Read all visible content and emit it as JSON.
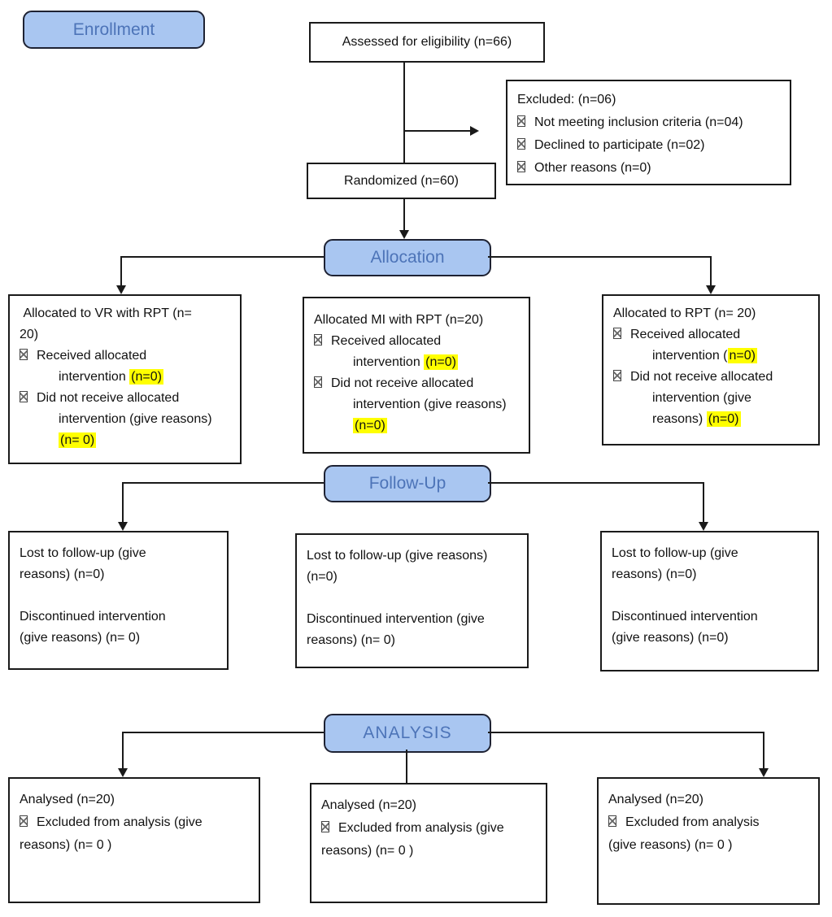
{
  "colors": {
    "badge_fill": "#a9c6f1",
    "badge_text": "#4d74b8",
    "badge_border": "#1e2233",
    "box_border": "#1a1a1a",
    "highlight": "#ffff00",
    "line": "#1a1a1a"
  },
  "stage_labels": {
    "enrollment": "Enrollment",
    "allocation": "Allocation",
    "followup": "Follow-Up",
    "analysis": "ANALYSIS"
  },
  "boxes": {
    "assessed": {
      "label": "Assessed for eligibility (n=66)"
    },
    "randomized": {
      "label": "Randomized (n=60)"
    },
    "excluded": {
      "lines": [
        {
          "seg": [
            {
              "t": "Excluded: (n=06)"
            }
          ]
        },
        {
          "bullet": true,
          "seg": [
            {
              "t": "Not meeting inclusion criteria (n=04)"
            }
          ]
        },
        {
          "bullet": true,
          "seg": [
            {
              "t": "Declined to participate (n=02)"
            }
          ]
        },
        {
          "bullet": true,
          "seg": [
            {
              "t": "Other reasons (n=0)"
            }
          ]
        }
      ]
    },
    "alloc_left": {
      "lines": [
        {
          "seg": [
            {
              "t": " Allocated to VR with RPT (n="
            }
          ]
        },
        {
          "seg": [
            {
              "t": "20)"
            }
          ]
        },
        {
          "bullet": true,
          "seg": [
            {
              "t": "Received allocated"
            }
          ]
        },
        {
          "indent": 2,
          "seg": [
            {
              "t": "intervention "
            },
            {
              "t": "(n=0)",
              "hl": true
            }
          ]
        },
        {
          "bullet": true,
          "seg": [
            {
              "t": "Did not receive allocated"
            }
          ]
        },
        {
          "indent": 2,
          "seg": [
            {
              "t": "intervention (give reasons)"
            }
          ]
        },
        {
          "indent": 2,
          "seg": [
            {
              "t": "(n= 0)",
              "hl": true
            }
          ]
        }
      ]
    },
    "alloc_mid": {
      "lines": [
        {
          "seg": [
            {
              "t": "Allocated MI with RPT (n=20)"
            }
          ]
        },
        {
          "bullet": true,
          "seg": [
            {
              "t": "Received allocated"
            }
          ]
        },
        {
          "indent": 2,
          "seg": [
            {
              "t": "intervention "
            },
            {
              "t": "(n=0)",
              "hl": true
            }
          ]
        },
        {
          "bullet": true,
          "seg": [
            {
              "t": "Did not receive allocated"
            }
          ]
        },
        {
          "indent": 2,
          "seg": [
            {
              "t": "intervention (give reasons)"
            }
          ]
        },
        {
          "indent": 2,
          "seg": [
            {
              "t": "(n=0)",
              "hl": true
            }
          ]
        }
      ]
    },
    "alloc_right": {
      "lines": [
        {
          "seg": [
            {
              "t": "Allocated to RPT (n= 20)"
            }
          ]
        },
        {
          "bullet": true,
          "seg": [
            {
              "t": "Received allocated"
            }
          ]
        },
        {
          "indent": 2,
          "seg": [
            {
              "t": "intervention ("
            },
            {
              "t": "n=0)",
              "hl": true
            }
          ]
        },
        {
          "bullet": true,
          "seg": [
            {
              "t": "Did not receive allocated"
            }
          ]
        },
        {
          "indent": 2,
          "seg": [
            {
              "t": "intervention (give"
            }
          ]
        },
        {
          "indent": 2,
          "seg": [
            {
              "t": "reasons) "
            },
            {
              "t": "(n=0)",
              "hl": true
            }
          ]
        }
      ]
    },
    "fu_left": {
      "lines": [
        {
          "seg": [
            {
              "t": "Lost to follow-up (give"
            }
          ]
        },
        {
          "seg": [
            {
              "t": "reasons) (n=0)"
            }
          ]
        },
        {
          "blank": true
        },
        {
          "seg": [
            {
              "t": "Discontinued intervention"
            }
          ]
        },
        {
          "seg": [
            {
              "t": "(give reasons) (n= 0)"
            }
          ]
        }
      ]
    },
    "fu_mid": {
      "lines": [
        {
          "seg": [
            {
              "t": "Lost to follow-up (give reasons)"
            }
          ]
        },
        {
          "seg": [
            {
              "t": "(n=0)"
            }
          ]
        },
        {
          "blank": true
        },
        {
          "seg": [
            {
              "t": "Discontinued intervention (give"
            }
          ]
        },
        {
          "seg": [
            {
              "t": "reasons) (n= 0)"
            }
          ]
        }
      ]
    },
    "fu_right": {
      "lines": [
        {
          "seg": [
            {
              "t": "Lost to follow-up (give"
            }
          ]
        },
        {
          "seg": [
            {
              "t": "reasons) (n=0)"
            }
          ]
        },
        {
          "blank": true
        },
        {
          "seg": [
            {
              "t": "Discontinued intervention"
            }
          ]
        },
        {
          "seg": [
            {
              "t": "(give reasons) (n=0)"
            }
          ]
        }
      ]
    },
    "an_left": {
      "lines": [
        {
          "seg": [
            {
              "t": "Analysed (n=20)"
            }
          ]
        },
        {
          "bullet": true,
          "seg": [
            {
              "t": "Excluded from analysis (give"
            }
          ]
        },
        {
          "seg": [
            {
              "t": "reasons) (n= 0 )"
            }
          ]
        }
      ]
    },
    "an_mid": {
      "lines": [
        {
          "seg": [
            {
              "t": "Analysed (n=20)"
            }
          ]
        },
        {
          "bullet": true,
          "seg": [
            {
              "t": "Excluded from analysis (give"
            }
          ]
        },
        {
          "seg": [
            {
              "t": "reasons) (n= 0 )"
            }
          ]
        }
      ]
    },
    "an_right": {
      "lines": [
        {
          "seg": [
            {
              "t": "Analysed (n=20)"
            }
          ]
        },
        {
          "bullet": true,
          "seg": [
            {
              "t": "Excluded from analysis"
            }
          ]
        },
        {
          "seg": [
            {
              "t": "(give reasons) (n= 0 )"
            }
          ]
        }
      ]
    }
  }
}
